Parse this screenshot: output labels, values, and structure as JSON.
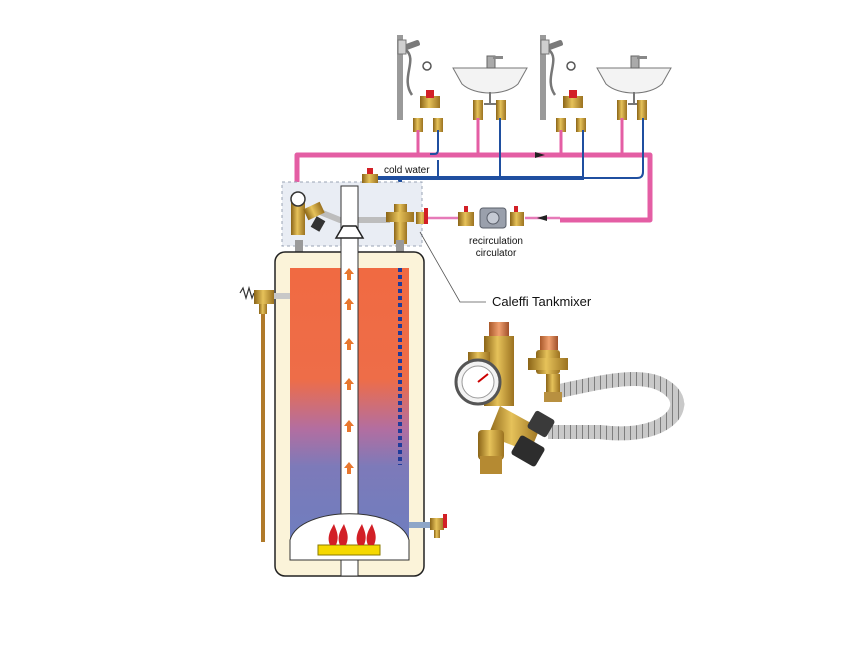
{
  "labels": {
    "cold_water": "cold water",
    "recirculation": "recirculation",
    "circulator": "circulator",
    "tankmixer": "Caleffi Tankmixer"
  },
  "colors": {
    "hot_pipe": "#e45ea4",
    "recirc_pipe": "#e67ab8",
    "cold_pipe": "#1f4fa0",
    "tank_hot": "#f06a42",
    "tank_cold": "#6b7fc0",
    "tank_shell": "#fbf3d9",
    "brass": "#c89a2e",
    "flame": "#d21f26",
    "burner": "#f5d800",
    "arrow": "#e8772e",
    "tankmixer_box": "#e9edf4"
  },
  "icons": [
    "shower-icon",
    "sink-icon",
    "thermometer-gauge-icon",
    "circulator-pump-icon",
    "flame-icon",
    "relief-valve-icon",
    "drain-valve-icon"
  ]
}
